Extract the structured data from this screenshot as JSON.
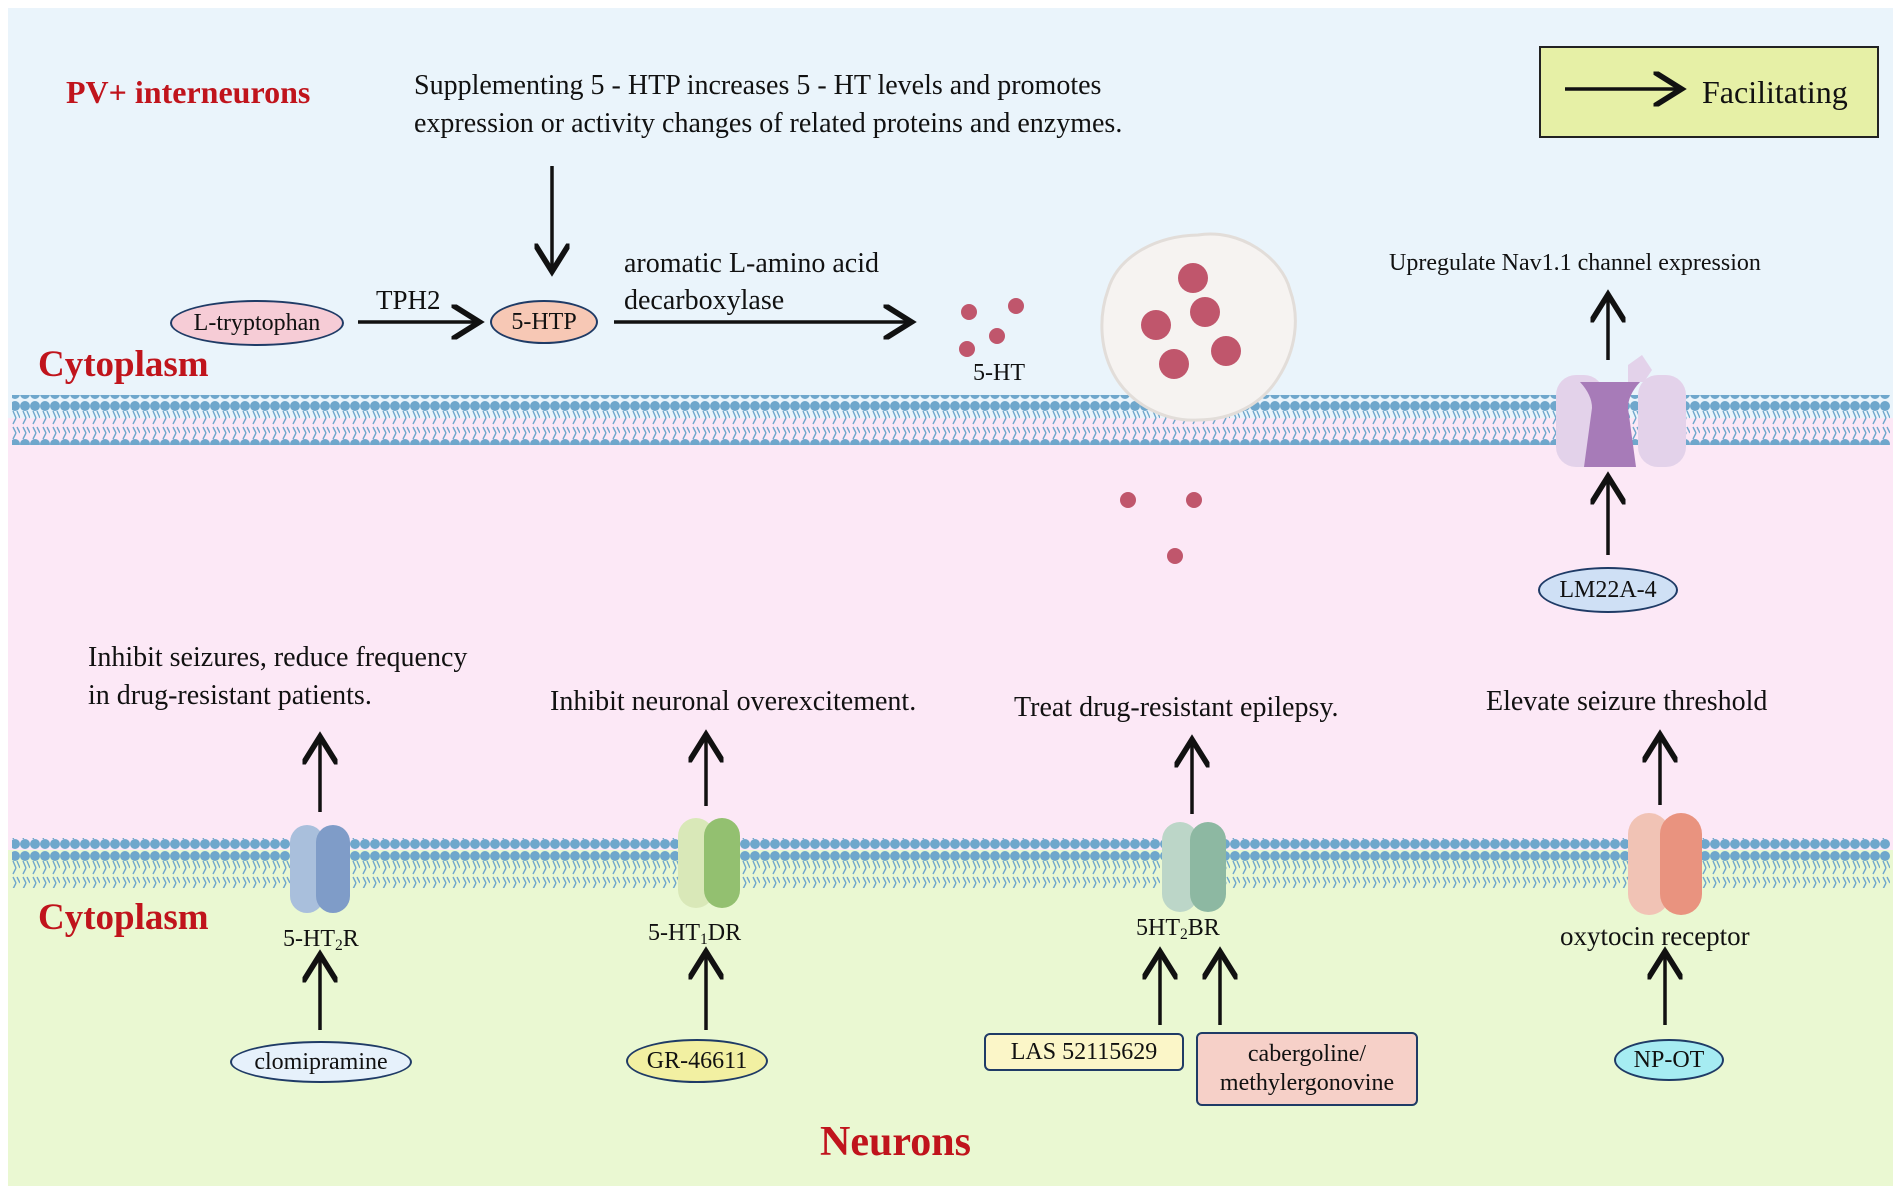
{
  "regions": {
    "pv_interneurons": "PV+ interneurons",
    "cytoplasm_top": "Cytoplasm",
    "cytoplasm_bottom": "Cytoplasm",
    "neurons": "Neurons"
  },
  "legend": {
    "label": "Facilitating"
  },
  "supplement_note": {
    "line1": "Supplementing 5 - HTP increases 5 - HT levels and promotes",
    "line2": "expression or activity changes of related proteins and enzymes."
  },
  "pathway": {
    "substrate": "L-tryptophan",
    "enzyme1": "TPH2",
    "intermediate": "5-HTP",
    "enzyme2_line1": "aromatic L-amino acid",
    "enzyme2_line2": "decarboxylase",
    "product": "5-HT"
  },
  "nav_channel": {
    "effect": "Upregulate Nav1.1 channel expression",
    "drug": "LM22A-4"
  },
  "receptors": [
    {
      "effect_line1": "Inhibit seizures, reduce frequency",
      "effect_line2": "in drug-resistant patients.",
      "name_pre": "5-HT",
      "name_sub": "2",
      "name_post": "R",
      "drug": "clomipramine",
      "colors": [
        "#a9bfdc",
        "#7f9cc8"
      ]
    },
    {
      "effect_line1": "Inhibit neuronal overexcitement.",
      "name_pre": "5-HT",
      "name_sub": "1",
      "name_post": "DR",
      "drug": "GR-46611",
      "colors": [
        "#d9e8b8",
        "#93c070"
      ]
    },
    {
      "effect_line1": "Treat drug-resistant epilepsy.",
      "name_pre": "5HT",
      "name_sub": "2",
      "name_post": "BR",
      "drugs": [
        "LAS 52115629",
        "cabergoline/",
        "methylergonovine"
      ],
      "colors": [
        "#bcd6c8",
        "#8db8a2"
      ]
    },
    {
      "effect_line1": "Elevate seizure threshold",
      "name": "oxytocin receptor",
      "drug": "NP-OT",
      "colors": [
        "#f1c3b5",
        "#e9937f"
      ]
    }
  ],
  "colors": {
    "top_background": "#eaf4fb",
    "middle_background": "#fce8f6",
    "bottom_background": "#eaf8d2",
    "membrane": "#6fa7cc",
    "serotonin_dot": "#c0566c",
    "legend_fill": "#e6f0a6",
    "label_red": "#c0141c"
  }
}
